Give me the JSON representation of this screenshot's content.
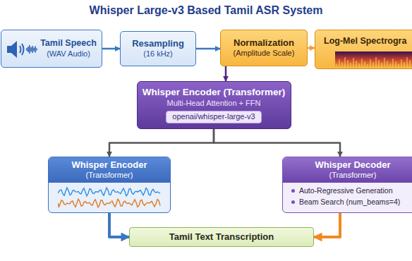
{
  "diagram": {
    "title": "Whisper Large-v3 Based Tamil ASR System",
    "nodes": [
      {
        "text": [
          "Tamil Speech",
          "(WAV Audio)"
        ]
      },
      {
        "text": [
          "Resampling",
          "(16 kHz)"
        ]
      },
      {
        "text": [
          "Normalization",
          "(Amplitude Scale)"
        ]
      },
      {
        "text": [
          "Log-Mel Spectrogra"
        ]
      },
      {
        "text": [
          "Whisper Encoder (Transformer)",
          "Multi-Head Attention + FFN"
        ]
      },
      {
        "text": [
          "openai/whisper-large-v3"
        ],
        "in": 4
      },
      {
        "text": [
          "Whisper Encoder",
          "(Transformer)"
        ]
      },
      {
        "text": [
          "Whisper Decoder",
          "(Transformer)",
          "Auto-Regressive Generation",
          "Beam Search (num_beams=4)"
        ]
      },
      {
        "text": [
          "Tamil Text Transcription"
        ]
      }
    ],
    "edges": [
      {
        "from": 0,
        "to": 1,
        "arrow": "to"
      },
      {
        "from": 1,
        "to": 2,
        "arrow": "to"
      },
      {
        "from": 2,
        "to": 3,
        "arrow": "to"
      },
      {
        "from": 2,
        "to": 4,
        "arrow": "to"
      },
      {
        "from": 4,
        "to": 6,
        "arrow": "to"
      },
      {
        "from": 4,
        "to": 7,
        "arrow": "to"
      },
      {
        "from": 6,
        "to": 8,
        "arrow": "to"
      },
      {
        "from": 7,
        "to": 8,
        "arrow": "to"
      }
    ]
  }
}
